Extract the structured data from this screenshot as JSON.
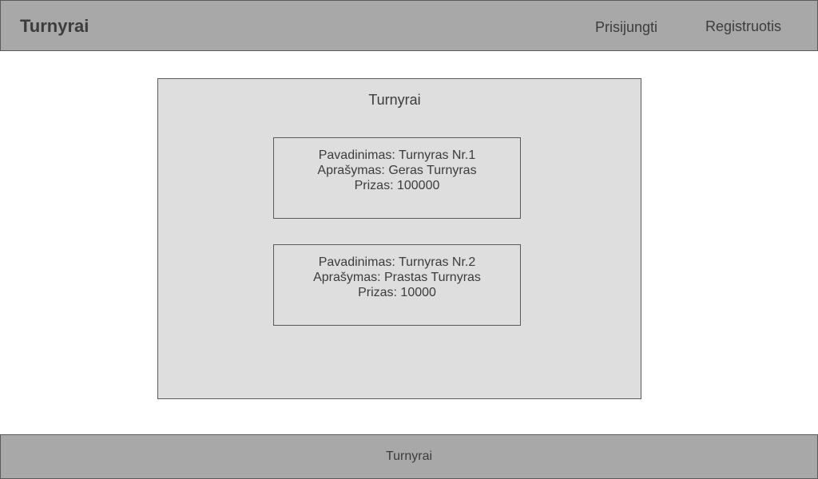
{
  "header": {
    "brand": "Turnyrai",
    "login_label": "Prisijungti",
    "register_label": "Registruotis"
  },
  "main": {
    "title": "Turnyrai",
    "tournaments": [
      {
        "name_line": "Pavadinimas: Turnyras Nr.1",
        "description_line": "Aprašymas: Geras Turnyras",
        "prize_line": "Prizas: 100000"
      },
      {
        "name_line": "Pavadinimas: Turnyras Nr.2",
        "description_line": "Aprašymas: Prastas Turnyras",
        "prize_line": "Prizas: 10000"
      }
    ]
  },
  "footer": {
    "text": "Turnyrai"
  },
  "colors": {
    "bar_background": "#a8a8a8",
    "panel_background": "#dedede",
    "border": "#5a5a5a",
    "text": "#3c3c3c"
  }
}
